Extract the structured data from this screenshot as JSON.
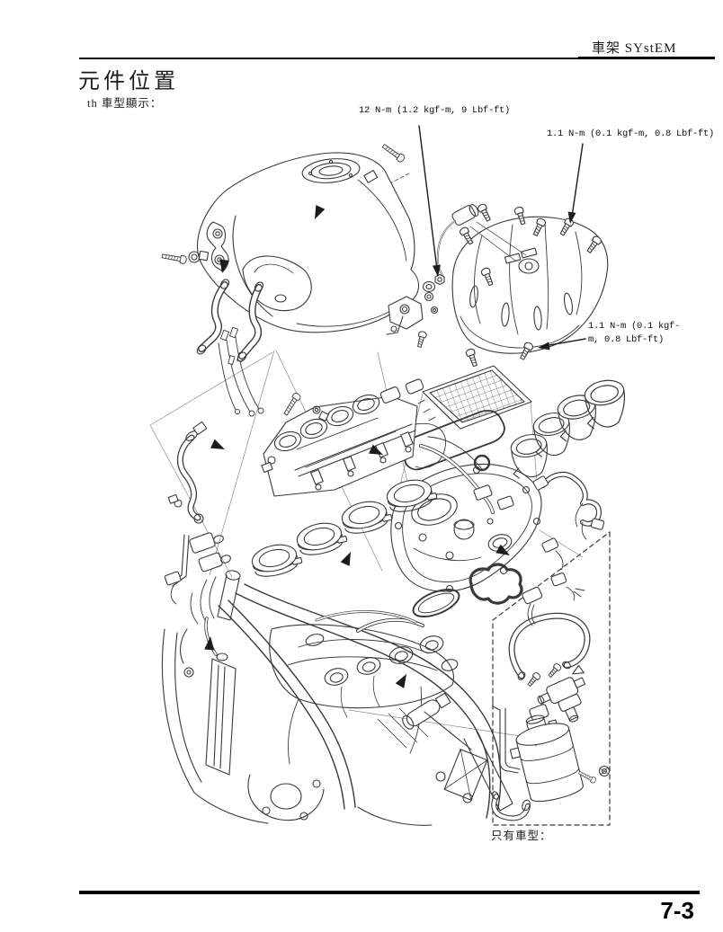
{
  "header": {
    "section": "車架 SYstEM"
  },
  "content": {
    "title": "元件位置",
    "model_note": "th 車型顯示：",
    "variant_note": "只有車型：",
    "page_number": "7-3"
  },
  "torque_labels": {
    "tank_bolt": "12 N-m (1.2 kgf-m, 9 Lbf-ft)",
    "cover_screw": "1.1 N-m (0.1 kgf-m, 0.8 Lbf-ft)",
    "case_screw_line1": "1.1 N-m (0.1 kgf-",
    "case_screw_line2": "m, 0.8 Lbf-ft)"
  },
  "colors": {
    "ink": "#1a1a1a",
    "line": "#3a3a3a",
    "paper": "#ffffff"
  }
}
